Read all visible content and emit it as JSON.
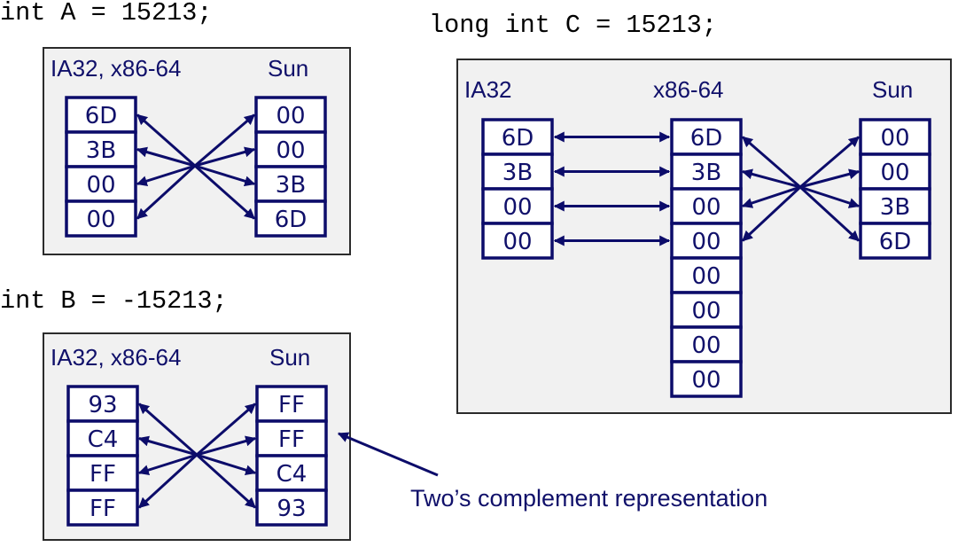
{
  "colors": {
    "ink": "#0c0c6a",
    "panel_fill": "#f1f1f1",
    "panel_border": "#2b2b2b",
    "cell_fill": "#ffffff"
  },
  "diagrams": [
    {
      "id": "A",
      "declaration": "int A = 15213;",
      "columns": [
        {
          "label": "IA32, x86-64",
          "bytes": [
            "6D",
            "3B",
            "00",
            "00"
          ]
        },
        {
          "label": "Sun",
          "bytes": [
            "00",
            "00",
            "3B",
            "6D"
          ]
        }
      ]
    },
    {
      "id": "B",
      "declaration": "int B = -15213;",
      "columns": [
        {
          "label": "IA32, x86-64",
          "bytes": [
            "93",
            "C4",
            "FF",
            "FF"
          ]
        },
        {
          "label": "Sun",
          "bytes": [
            "FF",
            "FF",
            "C4",
            "93"
          ]
        }
      ]
    },
    {
      "id": "C",
      "declaration": "long int C = 15213;",
      "columns": [
        {
          "label": "IA32",
          "bytes": [
            "6D",
            "3B",
            "00",
            "00"
          ]
        },
        {
          "label": "x86-64",
          "bytes": [
            "6D",
            "3B",
            "00",
            "00",
            "00",
            "00",
            "00",
            "00"
          ]
        },
        {
          "label": "Sun",
          "bytes": [
            "00",
            "00",
            "3B",
            "6D"
          ]
        }
      ]
    }
  ],
  "annotation": {
    "text": "Two’s complement representation"
  }
}
